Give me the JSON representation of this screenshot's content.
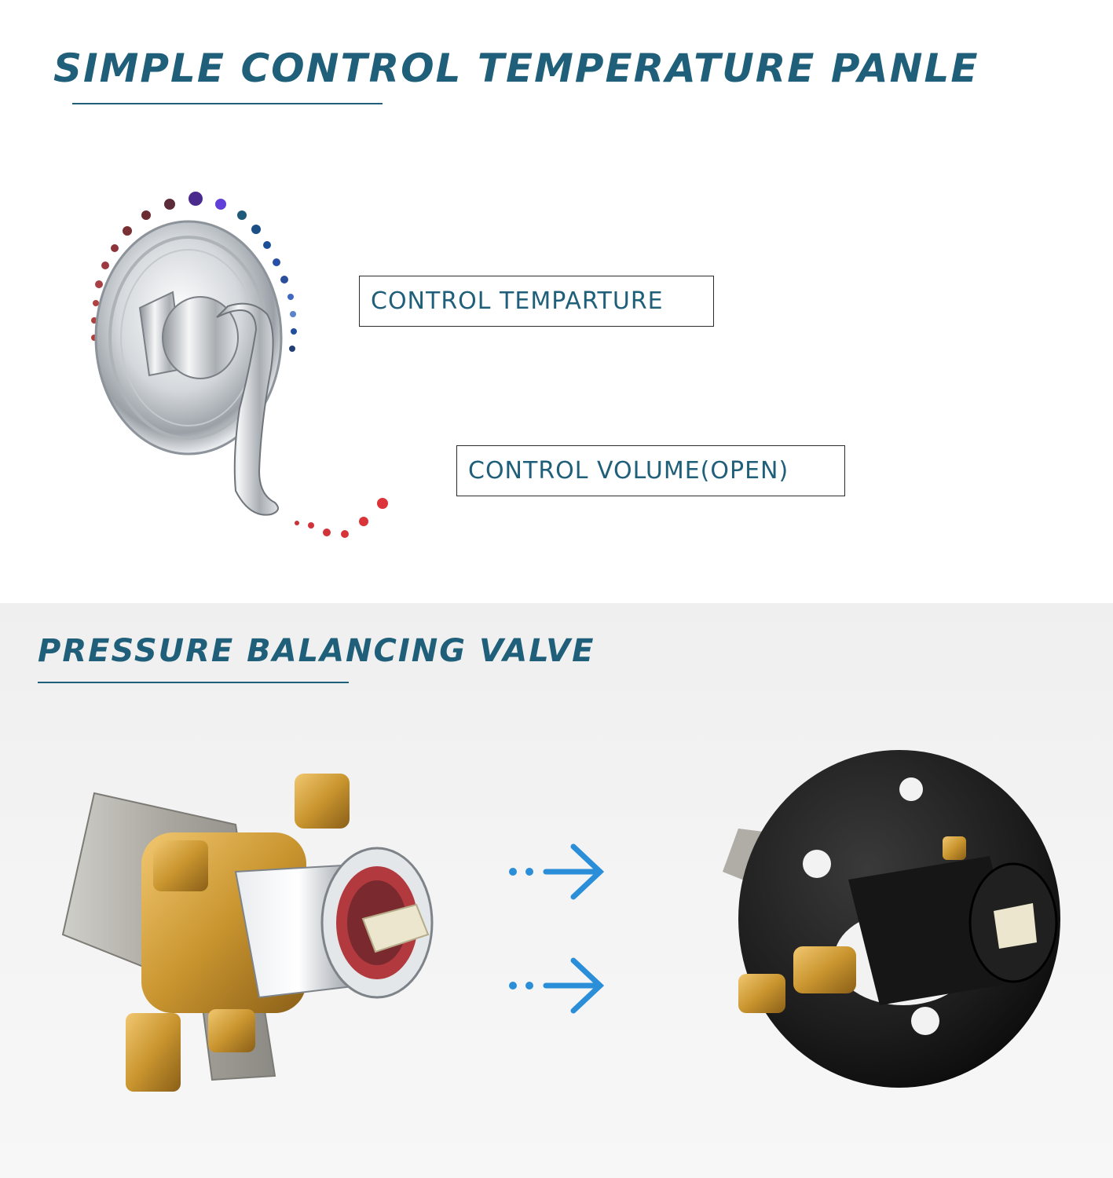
{
  "panel": {
    "title": "SIMPLE CONTROL TEMPERATURE PANLE",
    "label_temperature": "CONTROL TEMPARTURE",
    "label_volume": "CONTROL VOLUME(OPEN)"
  },
  "valve": {
    "title": "PRESSURE BALANCING VALVE"
  },
  "colors": {
    "title": "#1f5f7a",
    "arrow": "#2a8ed8",
    "hot": "#d9343a",
    "cold": "#2a4f9a",
    "chrome": "#c7cbd0",
    "brass": "#c9952f",
    "black-plate": "#1c1c1c"
  }
}
